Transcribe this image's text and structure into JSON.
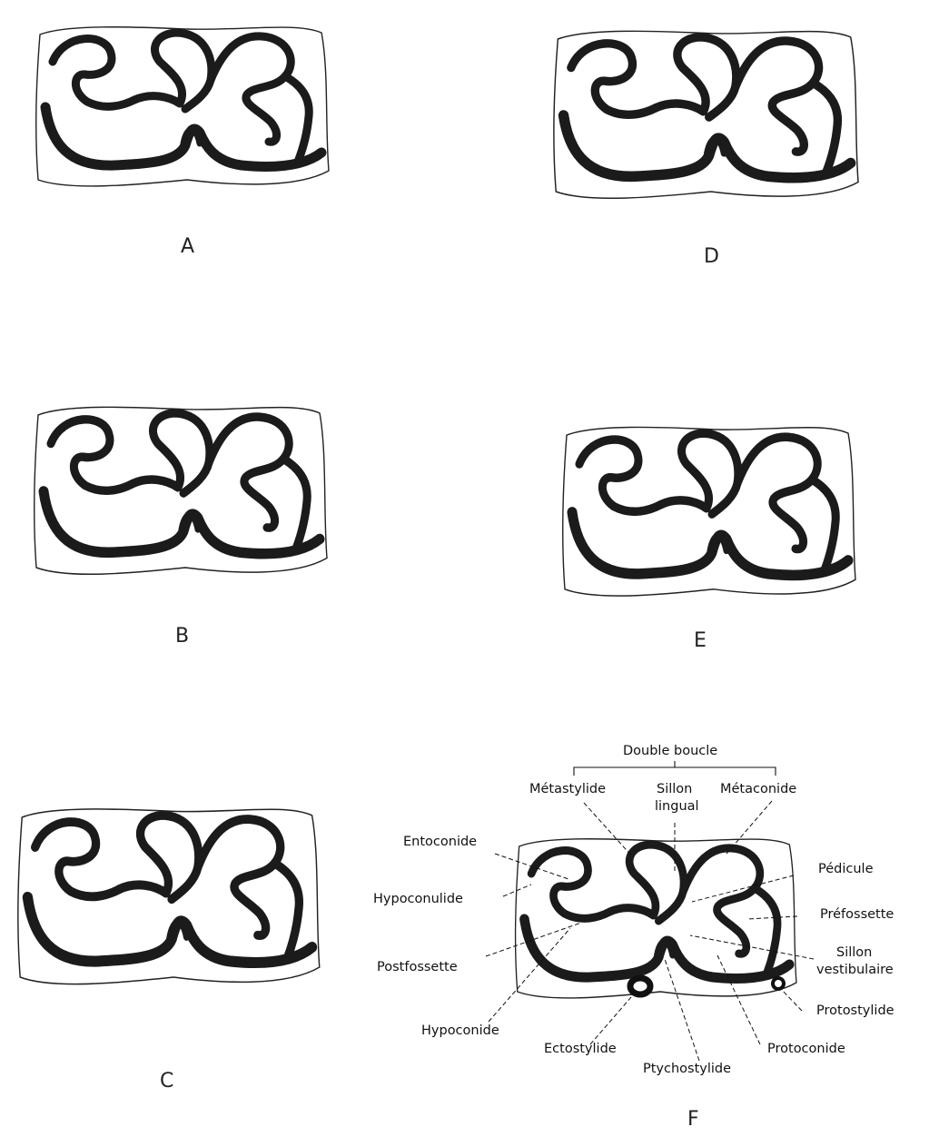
{
  "figures": {
    "a": "A",
    "b": "B",
    "c": "C",
    "d": "D",
    "e": "E",
    "f": "F"
  },
  "annotations": {
    "double_boucle": "Double boucle",
    "metastylide": "Métastylide",
    "sillon_lingual_1": "Sillon",
    "sillon_lingual_2": "lingual",
    "metaconide": "Métaconide",
    "entoconide": "Entoconide",
    "pedicule": "Pédicule",
    "hypoconulide": "Hypoconulide",
    "prefossette": "Préfossette",
    "postfossette": "Postfossette",
    "sillon_vestibulaire_1": "Sillon",
    "sillon_vestibulaire_2": "vestibulaire",
    "protostylide": "Protostylide",
    "hypoconide": "Hypoconide",
    "ectostylide": "Ectostylide",
    "protoconide": "Protoconide",
    "ptychostylide": "Ptychostylide"
  }
}
